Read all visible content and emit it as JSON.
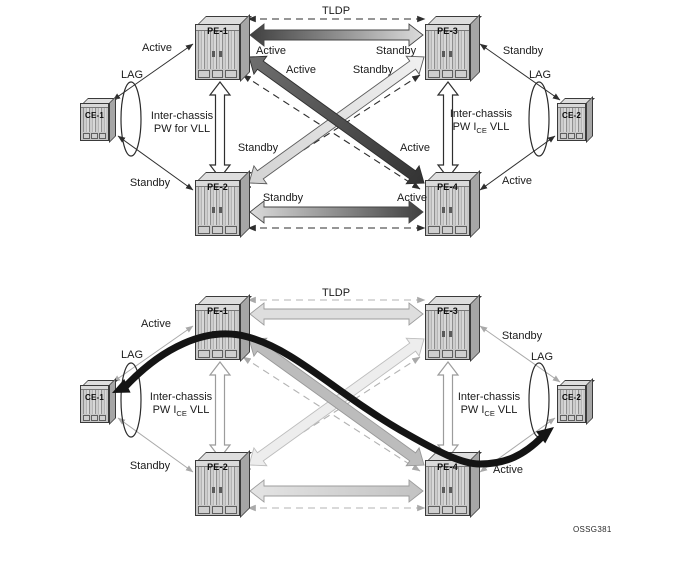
{
  "figure": {
    "watermark": "OSSG381"
  },
  "palette": {
    "arrow_dark": "#3f3f3f",
    "arrow_light": "#e8e8e8",
    "arrow_mid": "#bcbcbc",
    "line_dark": "#2e2e2e",
    "line_faded": "#a9a9a9",
    "black_path": "#141414"
  },
  "top_diagram": {
    "nodes": {
      "pe1": "PE-1",
      "pe2": "PE-2",
      "pe3": "PE-3",
      "pe4": "PE-4",
      "ce1": "CE-1",
      "ce2": "CE-2"
    },
    "labels": {
      "tldp": "TLDP",
      "ce1_pe1": "Active",
      "lag_left": "LAG",
      "ce1_pe2": "Standby",
      "ce2_pe3": "Standby",
      "lag_right": "LAG",
      "ce2_pe4": "Active",
      "pe1_pe3_left": "Active",
      "pe1_pe3_right": "Standby",
      "pe1_pe4_upper": "Active",
      "pe1_pe4_lower": "Active",
      "pe2_pe3_upper": "Standby",
      "pe2_pe3_lower": "Standby",
      "pe2_pe4_left": "Standby",
      "pe2_pe4_right": "Active",
      "ic_left_line1": "Inter-chassis",
      "ic_left_line2": "PW for VLL",
      "ic_right_line1": "Inter-chassis",
      "ic_right_pre": "PW I",
      "ic_right_sub": "CE",
      "ic_right_post": "VLL"
    }
  },
  "bottom_diagram": {
    "nodes": {
      "pe1": "PE-1",
      "pe2": "PE-2",
      "pe3": "PE-3",
      "pe4": "PE-4",
      "ce1": "CE-1",
      "ce2": "CE-2"
    },
    "labels": {
      "tldp": "TLDP",
      "ce1_pe1": "Active",
      "lag_left": "LAG",
      "ce1_pe2": "Standby",
      "ce2_pe3": "Standby",
      "lag_right": "LAG",
      "ce2_pe4": "Active",
      "ic_left_line1": "Inter-chassis",
      "ic_left_pre": "PW I",
      "ic_left_sub": "CE",
      "ic_left_post": "VLL",
      "ic_right_line1": "Inter-chassis",
      "ic_right_pre": "PW I",
      "ic_right_sub": "CE",
      "ic_right_post": "VLL"
    }
  }
}
